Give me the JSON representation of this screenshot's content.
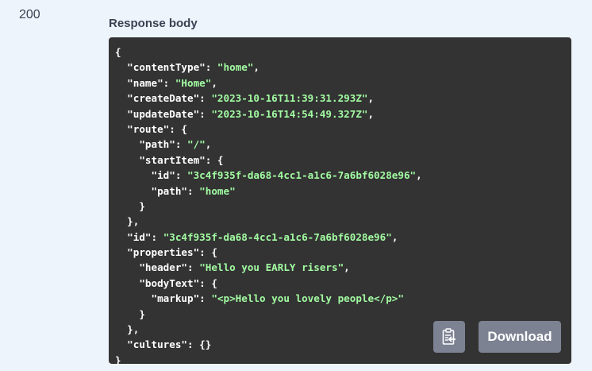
{
  "response": {
    "status_code": "200",
    "section_label": "Response body",
    "lines": [
      {
        "indent": 0,
        "key": "",
        "value": "",
        "punct": "{"
      },
      {
        "indent": 1,
        "key": "\"contentType\"",
        "sep": ": ",
        "value": "\"home\"",
        "punct": ","
      },
      {
        "indent": 1,
        "key": "\"name\"",
        "sep": ": ",
        "value": "\"Home\"",
        "punct": ","
      },
      {
        "indent": 1,
        "key": "\"createDate\"",
        "sep": ": ",
        "value": "\"2023-10-16T11:39:31.293Z\"",
        "punct": ","
      },
      {
        "indent": 1,
        "key": "\"updateDate\"",
        "sep": ": ",
        "value": "\"2023-10-16T14:54:49.327Z\"",
        "punct": ","
      },
      {
        "indent": 1,
        "key": "\"route\"",
        "sep": ": ",
        "value": "",
        "punct": "{"
      },
      {
        "indent": 2,
        "key": "\"path\"",
        "sep": ": ",
        "value": "\"/\"",
        "punct": ","
      },
      {
        "indent": 2,
        "key": "\"startItem\"",
        "sep": ": ",
        "value": "",
        "punct": "{"
      },
      {
        "indent": 3,
        "key": "\"id\"",
        "sep": ": ",
        "value": "\"3c4f935f-da68-4cc1-a1c6-7a6bf6028e96\"",
        "punct": ","
      },
      {
        "indent": 3,
        "key": "\"path\"",
        "sep": ": ",
        "value": "\"home\"",
        "punct": ""
      },
      {
        "indent": 2,
        "key": "",
        "value": "",
        "punct": "}"
      },
      {
        "indent": 1,
        "key": "",
        "value": "",
        "punct": "},"
      },
      {
        "indent": 1,
        "key": "\"id\"",
        "sep": ": ",
        "value": "\"3c4f935f-da68-4cc1-a1c6-7a6bf6028e96\"",
        "punct": ","
      },
      {
        "indent": 1,
        "key": "\"properties\"",
        "sep": ": ",
        "value": "",
        "punct": "{"
      },
      {
        "indent": 2,
        "key": "\"header\"",
        "sep": ": ",
        "value": "\"Hello you EARLY risers\"",
        "punct": ","
      },
      {
        "indent": 2,
        "key": "\"bodyText\"",
        "sep": ": ",
        "value": "",
        "punct": "{"
      },
      {
        "indent": 3,
        "key": "\"markup\"",
        "sep": ": ",
        "value": "\"<p>Hello you lovely people</p>\"",
        "punct": ""
      },
      {
        "indent": 2,
        "key": "",
        "value": "",
        "punct": "}"
      },
      {
        "indent": 1,
        "key": "",
        "value": "",
        "punct": "},"
      },
      {
        "indent": 1,
        "key": "\"cultures\"",
        "sep": ": ",
        "value": "",
        "punct": "{}"
      },
      {
        "indent": 0,
        "key": "",
        "value": "",
        "punct": "}"
      }
    ],
    "copy_icon": "clipboard-copy-icon",
    "download_label": "Download"
  },
  "colors": {
    "page_bg": "#eef4fb",
    "panel_bg": "#333333",
    "string": "#a2fca2",
    "button_bg": "#7d8293"
  }
}
